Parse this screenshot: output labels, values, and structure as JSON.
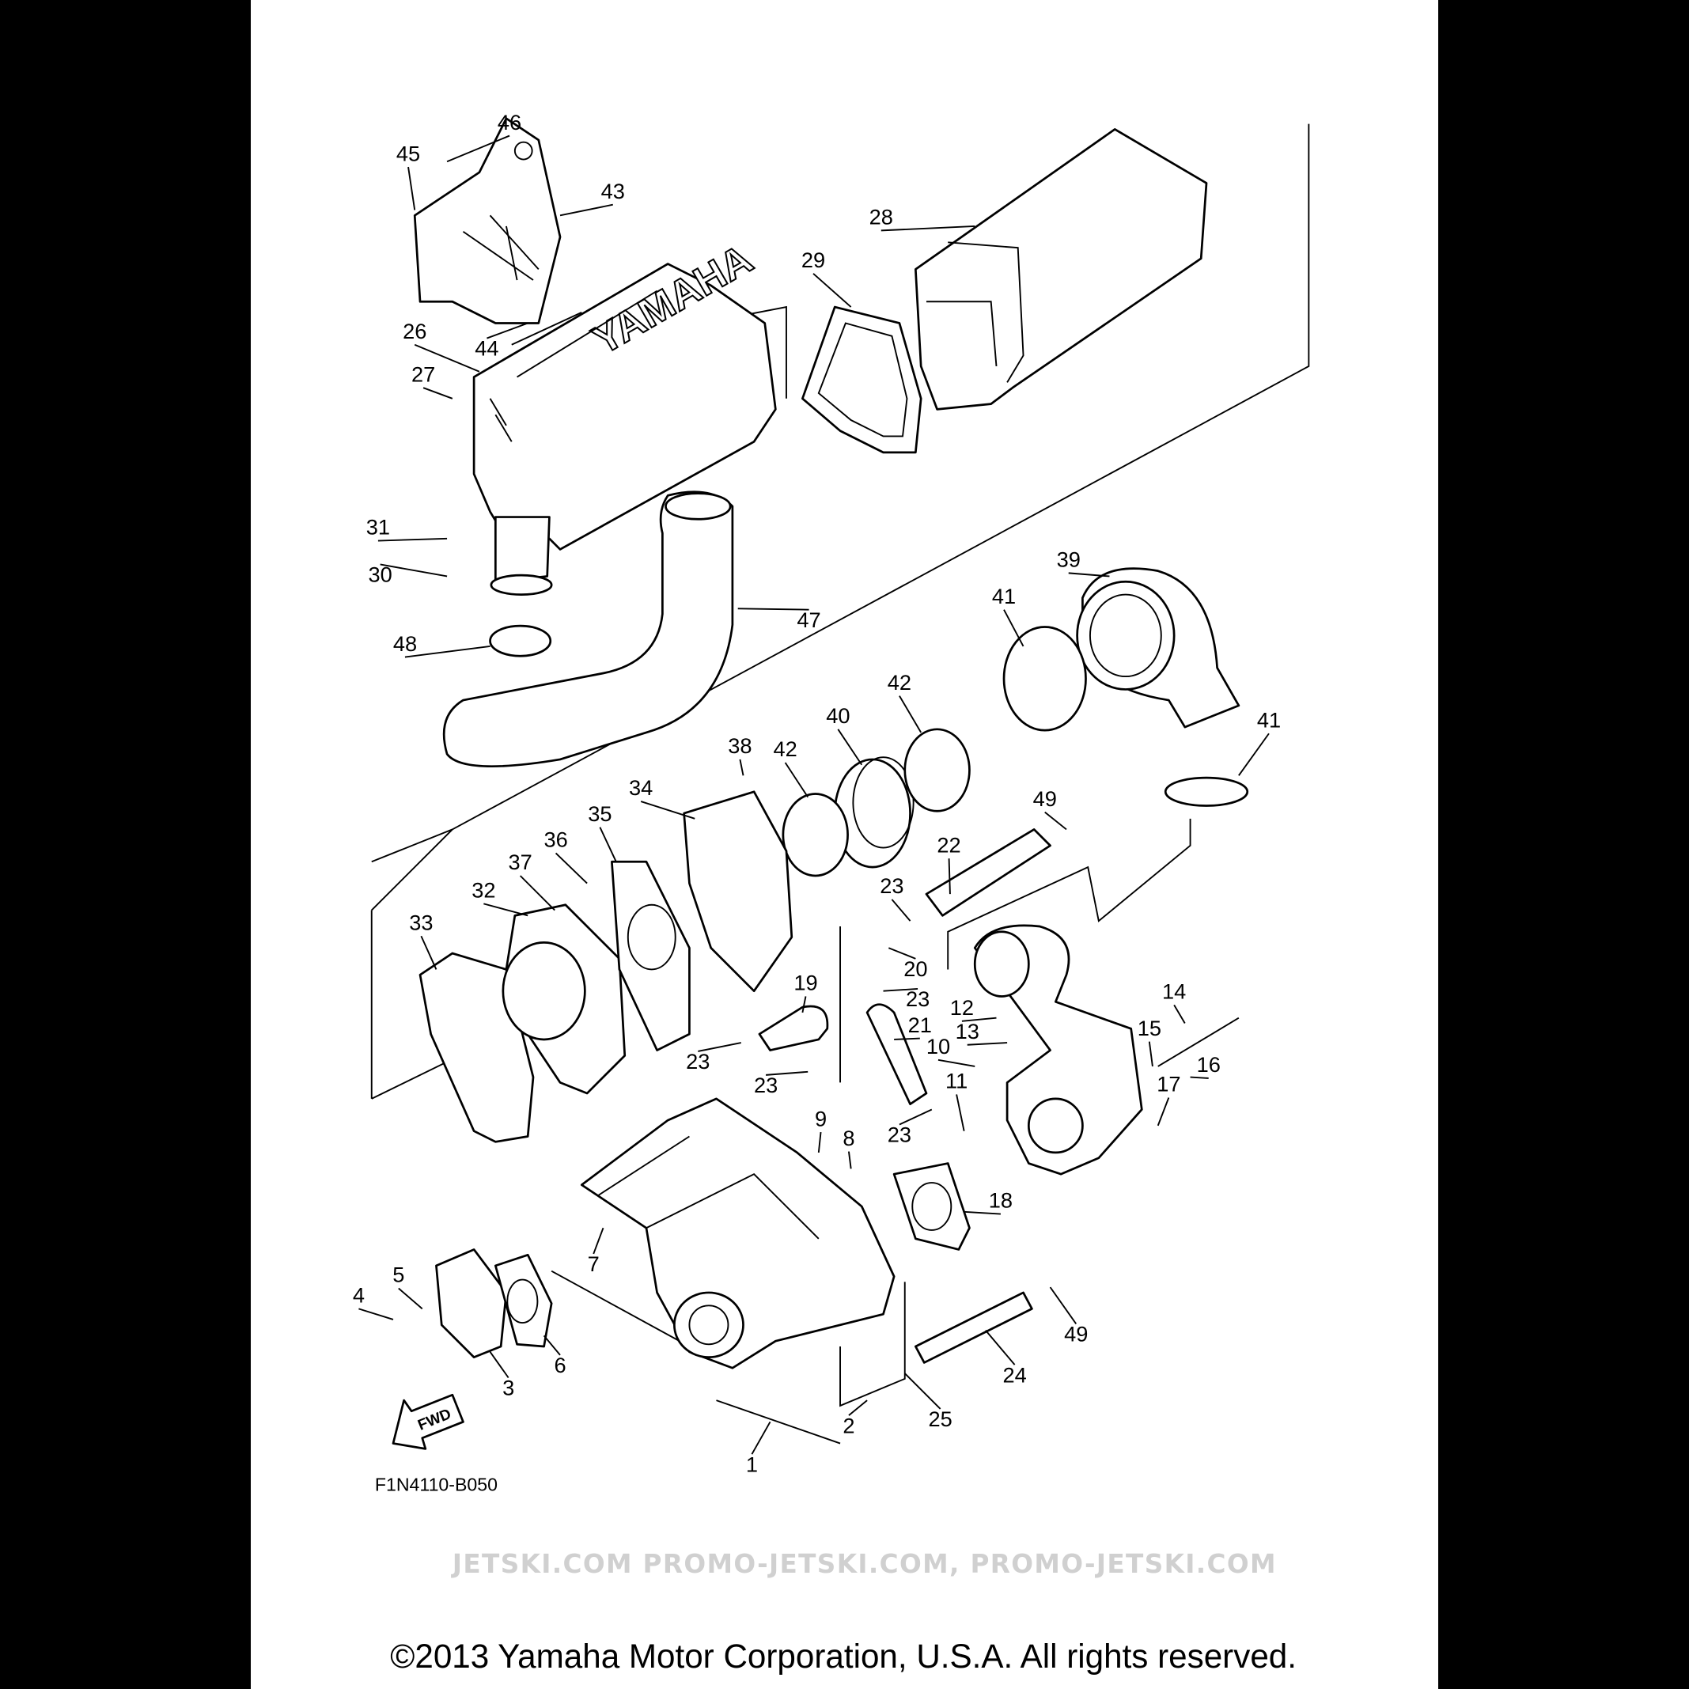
{
  "diagram": {
    "callouts": [
      "46",
      "45",
      "43",
      "28",
      "29",
      "26",
      "44",
      "27",
      "31",
      "30",
      "48",
      "47",
      "39",
      "41",
      "42",
      "40",
      "41",
      "38",
      "42",
      "34",
      "49",
      "35",
      "36",
      "22",
      "37",
      "32",
      "23",
      "33",
      "20",
      "19",
      "23",
      "14",
      "12",
      "21",
      "13",
      "15",
      "10",
      "23",
      "16",
      "17",
      "11",
      "23",
      "9",
      "23",
      "8",
      "18",
      "7",
      "5",
      "4",
      "49",
      "6",
      "24",
      "3",
      "25",
      "2",
      "1"
    ],
    "housing_logo": "YAMAHA",
    "fwd_label": "FWD",
    "diagram_code": "F1N4110-B050",
    "watermark": "JETSKI.COM   PROMO-JETSKI.COM, PROMO-JETSKI.COM",
    "copyright": "©2013 Yamaha Motor Corporation, U.S.A. All rights reserved."
  }
}
